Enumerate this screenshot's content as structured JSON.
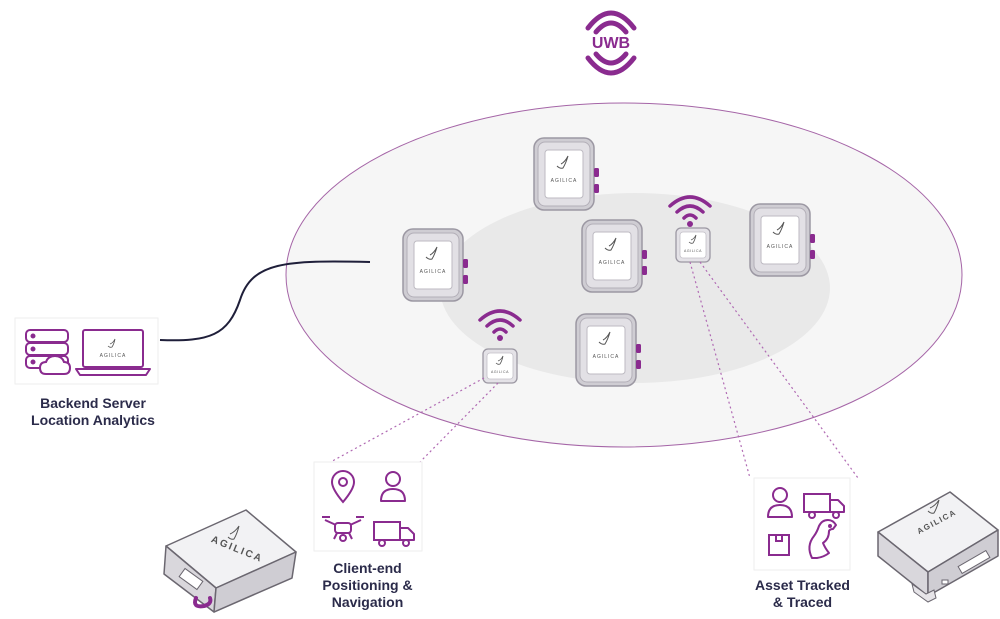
{
  "uwb_label": "UWB",
  "brand": "AGILICA",
  "backend": {
    "line1": "Backend Server",
    "line2": "Location Analytics"
  },
  "client": {
    "line1": "Client-end",
    "line2": "Positioning &",
    "line3": "Navigation"
  },
  "asset": {
    "line1": "Asset Tracked",
    "line2": "& Traced"
  },
  "colors": {
    "accent": "#8a2b8f",
    "outline": "#9e5aa0",
    "zone": "#ececec",
    "caption": "#2b2b4a",
    "device": "#d8d6dc"
  },
  "icons": [
    "server-cloud-icon",
    "laptop-icon",
    "location-pin-icon",
    "person-icon",
    "drone-icon",
    "truck-icon",
    "package-icon",
    "dog-icon",
    "wifi-signal-icon"
  ]
}
